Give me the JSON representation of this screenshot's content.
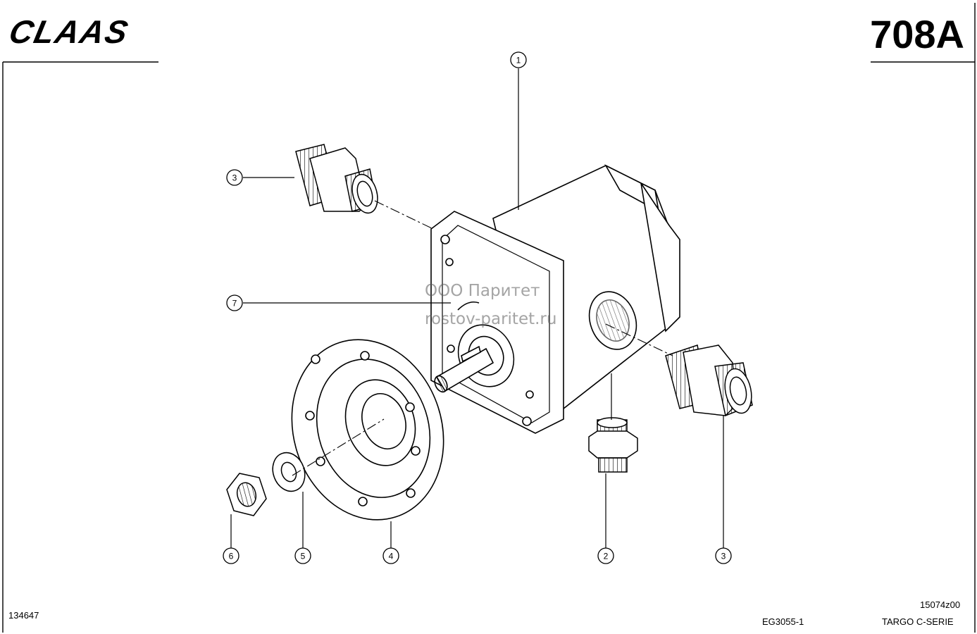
{
  "header": {
    "brand_logo_text": "CLAAS",
    "sheet_number": "708A"
  },
  "watermark": {
    "line1": "ООО Паритет",
    "line2": "rostov-paritet.ru"
  },
  "callouts": {
    "c1": "1",
    "c2": "2",
    "c3a": "3",
    "c3b": "3",
    "c4": "4",
    "c5": "5",
    "c6": "6",
    "c7": "7"
  },
  "footer": {
    "left_code": "134647",
    "center_code": "EG3055-1",
    "right_code": "15074z00",
    "series": "TARGO C-SERIE"
  }
}
